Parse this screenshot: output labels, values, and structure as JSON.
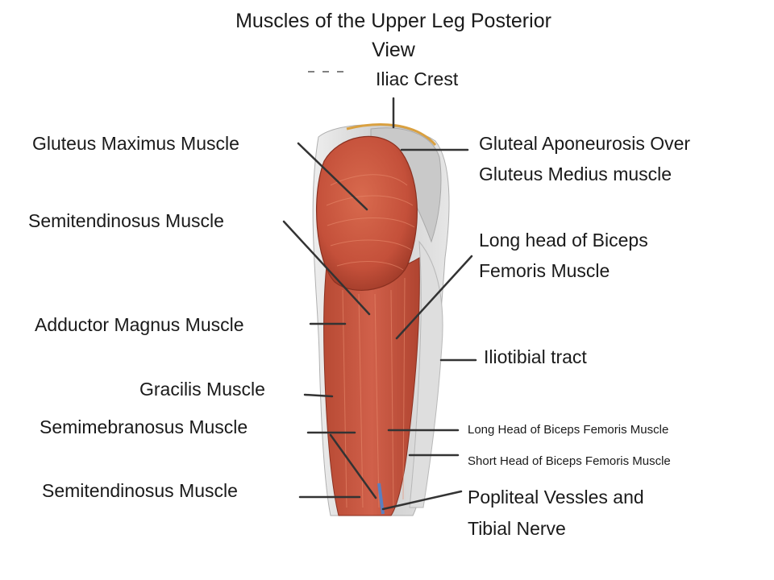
{
  "title": {
    "line1": "Muscles of the Upper Leg Posterior",
    "line2": "View"
  },
  "labels": {
    "iliac_crest": "Iliac Crest",
    "gluteus_maximus": "Gluteus Maximus Muscle",
    "gluteal_aponeurosis_1": "Gluteal Aponeurosis Over",
    "gluteal_aponeurosis_2": "Gluteus Medius muscle",
    "semitendinosus_upper": "Semitendinosus Muscle",
    "biceps_long_head_1": "Long head of Biceps",
    "biceps_long_head_2": "Femoris Muscle",
    "adductor_magnus": "Adductor Magnus Muscle",
    "iliotibial_tract": "Iliotibial tract",
    "gracilis": "Gracilis Muscle",
    "semimembranosus": "Semimebranosus Muscle",
    "biceps_long_head_lower": "Long Head of Biceps  Femoris Muscle",
    "biceps_short_head": "Short Head of Biceps Femoris Muscle",
    "semitendinosus_lower": "Semitendinosus Muscle",
    "popliteal_1": "Popliteal Vessles and",
    "popliteal_2": "Tibial Nerve"
  },
  "colors": {
    "muscle": "#c8563e",
    "muscle_dark": "#a8402c",
    "fascia": "#d8d8d8",
    "leader": "#333333"
  }
}
